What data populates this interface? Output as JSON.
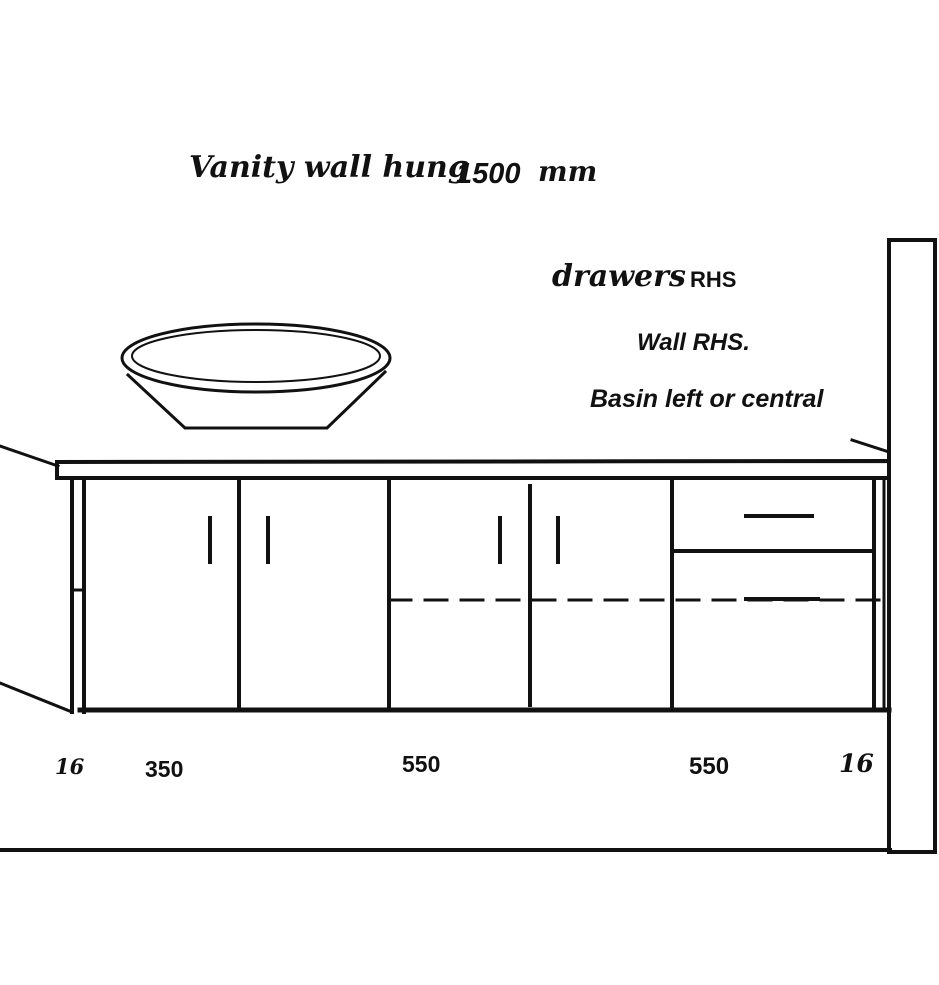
{
  "title": {
    "prefix": "Vanity wall hung",
    "width_value": "1500",
    "unit": "mm"
  },
  "notes": {
    "drawers": "drawers",
    "drawers_side": "RHS",
    "wall": "Wall RHS.",
    "basin": "Basin left or central"
  },
  "dimensions": {
    "left_end": "16",
    "left_section": "350",
    "middle_section": "550",
    "right_section": "550",
    "right_end": "16"
  },
  "colors": {
    "line": "#111111",
    "background": "#ffffff"
  }
}
